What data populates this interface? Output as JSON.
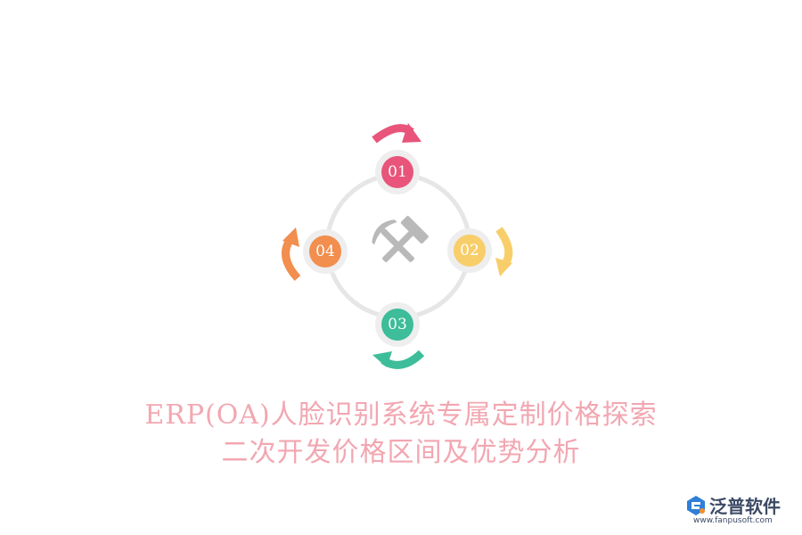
{
  "diagram": {
    "nodes": [
      {
        "label": "01",
        "color": "#e8547a"
      },
      {
        "label": "02",
        "color": "#f8ce6a"
      },
      {
        "label": "03",
        "color": "#3dbd99"
      },
      {
        "label": "04",
        "color": "#f28e4e"
      }
    ],
    "ring_color": "#e6e6e6",
    "center_icon": "hammer-pickaxe-icon",
    "center_icon_color": "#b9b9b9"
  },
  "title": {
    "line1": "ERP(OA)人脸识别系统专属定制价格探索",
    "line2": "二次开发价格区间及优势分析",
    "color": "#f2a7b1"
  },
  "logo": {
    "brand": "泛普软件",
    "url": "www.fanpusoft.com",
    "mark_color": "#2f7fd6",
    "accent_color": "#f28e2b"
  }
}
